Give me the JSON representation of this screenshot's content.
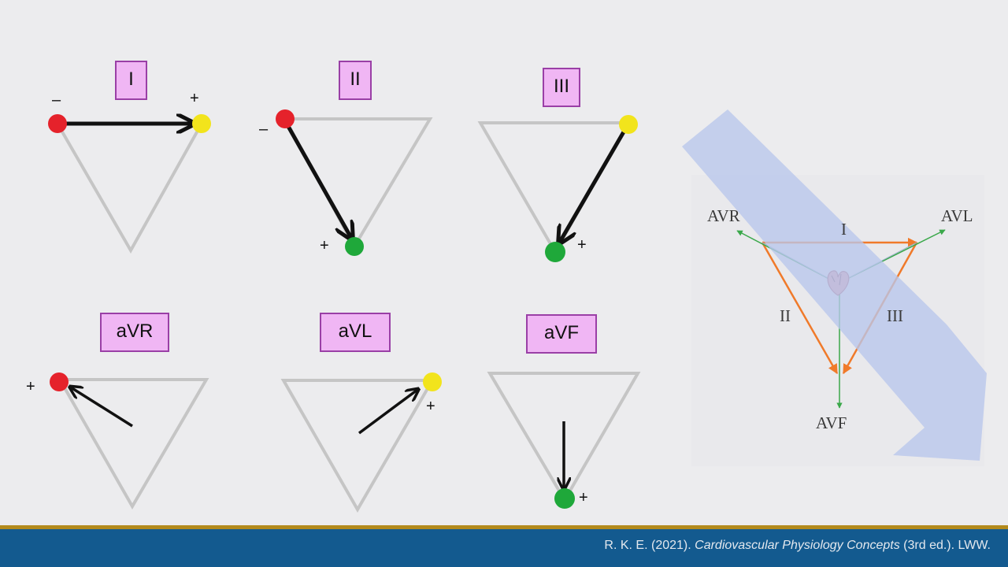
{
  "leads": {
    "I": {
      "label": "I",
      "minus": "–",
      "plus": "+"
    },
    "II": {
      "label": "II",
      "minus": "–",
      "plus": "+"
    },
    "III": {
      "label": "III",
      "plus": "+"
    },
    "aVR": {
      "label": "aVR",
      "plus": "+"
    },
    "aVL": {
      "label": "aVL",
      "plus": "+"
    },
    "aVF": {
      "label": "aVF",
      "plus": "+"
    }
  },
  "einthoven": {
    "avr": "AVR",
    "avl": "AVL",
    "avf": "AVF",
    "lead_i": "I",
    "lead_ii": "II",
    "lead_iii": "III"
  },
  "colors": {
    "negative_electrode": "#e5222b",
    "positive_left_arm": "#f2e41c",
    "positive_leg": "#1fa83a",
    "triangle": "#c5c5c5",
    "label_fill": "#f0b6f4",
    "label_border": "#9a3fa6",
    "limb_lead_arrow": "#f07a2a",
    "augmented_lead_arrow": "#3aa84a",
    "axis_band": "#b9c6ec",
    "footer": "#135a8f",
    "footer_rule": "#b38a1c"
  },
  "footer": {
    "citation_prefix": "R. K. E. (2021). ",
    "citation_title": "Cardiovascular Physiology Concepts",
    "citation_suffix": " (3rd ed.). LWW."
  }
}
